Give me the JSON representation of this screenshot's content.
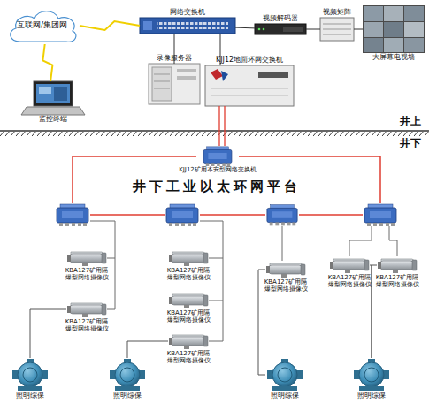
{
  "diagram": {
    "nodes": [
      {
        "text": [
          "互联网/集团网"
        ]
      },
      {
        "text": [
          "监控终端"
        ]
      },
      {
        "text": [
          "网络交换机"
        ]
      },
      {
        "text": [
          "视频解码器"
        ]
      },
      {
        "text": [
          "视频矩阵"
        ]
      },
      {
        "text": [
          "大屏幕电视墙"
        ]
      },
      {
        "text": [
          "录像服务器"
        ]
      },
      {
        "text": [
          "KJJ12地面环网交换机"
        ]
      },
      {
        "text": [
          "KJJ12矿用本安型网络交换机"
        ]
      },
      {
        "text": [
          "KBA127矿用隔爆型网络摄像仪"
        ]
      },
      {
        "text": [
          "KBA127矿用隔爆型网络摄像仪"
        ]
      },
      {
        "text": [
          "KBA127矿用隔爆型网络摄像仪"
        ]
      },
      {
        "text": [
          "KBA127矿用隔爆型网络摄像仪"
        ]
      },
      {
        "text": [
          "KBA127矿用隔爆型网络摄像仪"
        ]
      },
      {
        "text": [
          "KBA127矿用隔爆型网络摄像仪"
        ]
      },
      {
        "text": [
          "KBA127矿用隔爆型网络摄像仪"
        ]
      },
      {
        "text": [
          "KBA127矿用隔爆型网络摄像仪"
        ]
      },
      {
        "text": [
          "照明综保"
        ]
      },
      {
        "text": [
          "照明综保"
        ]
      },
      {
        "text": [
          "照明综保"
        ]
      },
      {
        "text": [
          "照明综保"
        ]
      }
    ],
    "edges": [
      {
        "from": 0,
        "to": 2,
        "arrow": "none"
      },
      {
        "from": 0,
        "to": 1,
        "arrow": "none"
      },
      {
        "from": 2,
        "to": 3,
        "arrow": "none"
      },
      {
        "from": 3,
        "to": 4,
        "arrow": "none"
      },
      {
        "from": 4,
        "to": 5,
        "arrow": "none"
      },
      {
        "from": 2,
        "to": 6,
        "arrow": "none"
      },
      {
        "from": 2,
        "to": 7,
        "arrow": "none"
      },
      {
        "from": 7,
        "to": 8,
        "arrow": "none"
      },
      {
        "from": 10,
        "to": 17,
        "arrow": "none"
      },
      {
        "from": 13,
        "to": 18,
        "arrow": "none"
      },
      {
        "from": 14,
        "to": 19,
        "arrow": "none"
      },
      {
        "from": 15,
        "to": 20,
        "arrow": "none"
      },
      {
        "from": 16,
        "to": 20,
        "arrow": "none"
      }
    ],
    "labels": [
      "井上",
      "井下",
      "井下工业以太环网平台"
    ]
  }
}
